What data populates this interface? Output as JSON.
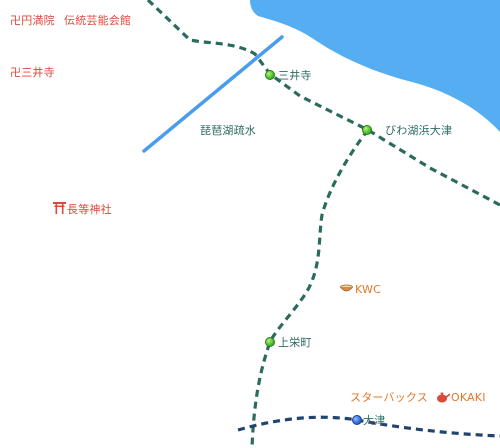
{
  "colors": {
    "water": "#56aef2",
    "rail": "#2a6b5e",
    "canal": "#4a9cec",
    "temple_label": "#d94a3a",
    "station_label": "#2e6b66",
    "business_label": "#e0782a"
  },
  "labels": {
    "temple_enmanin": "卍円満院",
    "museum": "伝統芸能会館",
    "temple_miidera": "卍三井寺",
    "waterway": "琵琶湖疏水",
    "shrine_chotoji": "長等神社",
    "business_kwc": "KWC",
    "starbucks": "スターバックス",
    "business_okaki": "OKAKI"
  },
  "stations": {
    "miidera": "三井寺",
    "biwako_hama_otsu": "びわ湖浜大津",
    "kamisakaemachi": "上栄町",
    "otsu": "大津"
  },
  "icons": {
    "shrine": "torii-icon",
    "kwc": "bowl-icon",
    "okaki": "teapot-icon",
    "station": "station-marker-icon"
  }
}
